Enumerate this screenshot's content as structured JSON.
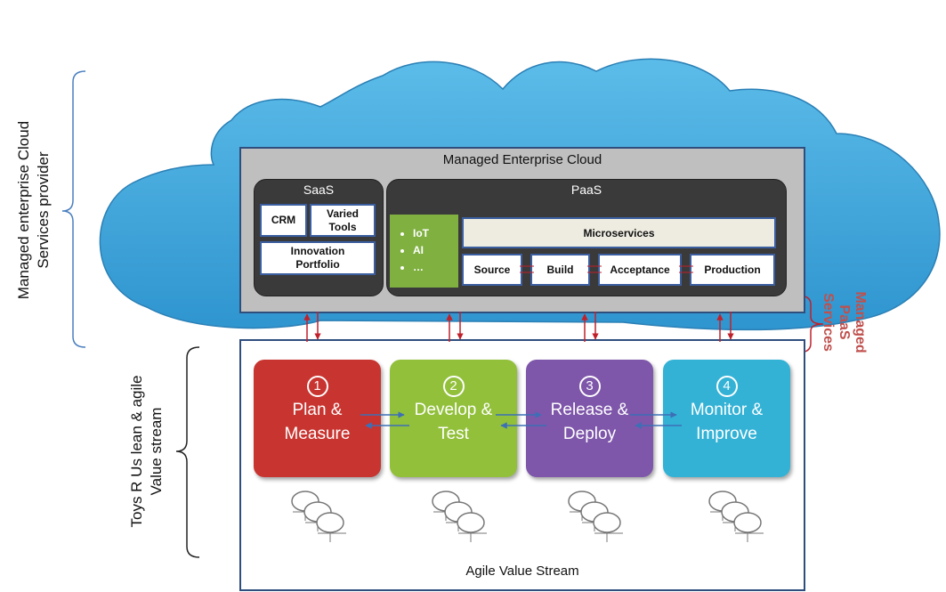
{
  "left_labels": {
    "provider": [
      "Managed enterprise Cloud",
      "Services provider"
    ],
    "value_stream": [
      "Toys R Us lean & agile",
      "Value stream"
    ]
  },
  "managed_cloud": {
    "title": "Managed Enterprise Cloud",
    "saas": {
      "title": "SaaS",
      "items": [
        "CRM",
        "Varied Tools",
        "Innovation Portfolio"
      ]
    },
    "paas": {
      "title": "PaaS",
      "bullets": [
        "IoT",
        "AI",
        "…"
      ],
      "microservices": "Microservices",
      "pipeline": [
        "Source",
        "Build",
        "Acceptance",
        "Production"
      ]
    }
  },
  "managed_paas_services": [
    "Managed",
    "PaaS Services"
  ],
  "value_stream": {
    "title": "Agile Value Stream",
    "stages": [
      {
        "num": "1",
        "line1": "Plan &",
        "line2": "Measure",
        "color": "#c0302c"
      },
      {
        "num": "2",
        "line1": "Develop &",
        "line2": "Test",
        "color": "#8fbd3a"
      },
      {
        "num": "3",
        "line1": "Release &",
        "line2": "Deploy",
        "color": "#7d55a8"
      },
      {
        "num": "4",
        "line1": "Monitor &",
        "line2": "Improve",
        "color": "#2fb0d4"
      }
    ]
  },
  "colors": {
    "cloud": "#3fa5db",
    "box_border": "#2f4e7e",
    "arrow_red": "#c0202a",
    "arrow_blue": "#3d6fb6",
    "label_red": "#c0504d"
  }
}
